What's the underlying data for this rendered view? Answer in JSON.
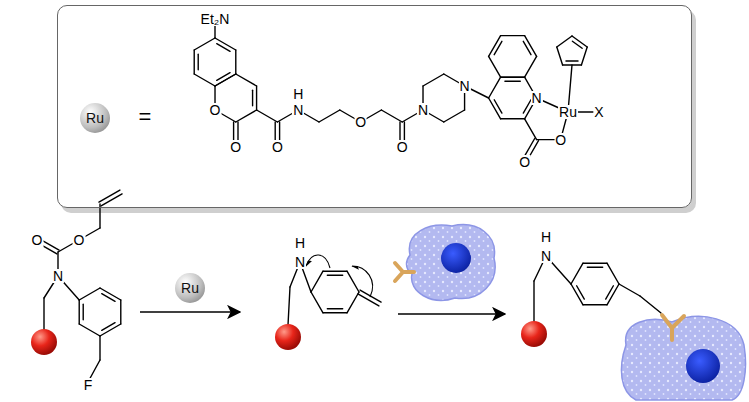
{
  "diagram": {
    "nodes": [
      {
        "text": [
          "=",
          "Et₂N",
          "O",
          "O",
          "O",
          "N",
          "H",
          "O",
          "O",
          "N",
          "N",
          "N",
          "Ru",
          "X",
          "O",
          "O"
        ]
      },
      {
        "text": [
          "Ru"
        ],
        "in": 0
      },
      {
        "text": [
          "Ru"
        ]
      }
    ],
    "labels": [
      "O",
      "O",
      "N",
      "F",
      "H",
      "N",
      "H",
      "N"
    ]
  }
}
